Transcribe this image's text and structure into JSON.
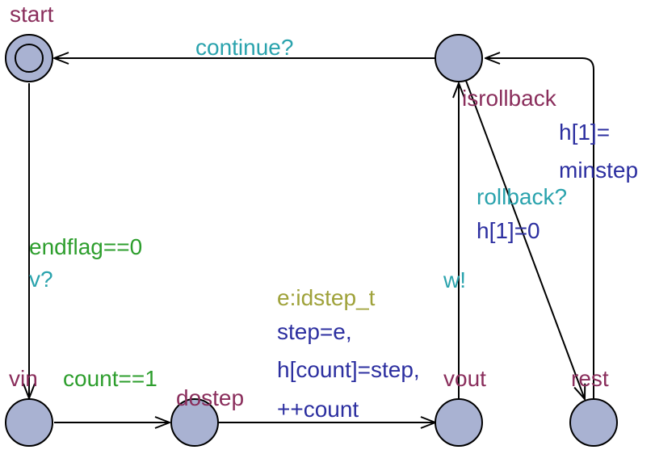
{
  "colors": {
    "location_name": "#8a2e5c",
    "synchronisation": "#2aa3ad",
    "guard": "#2d9e2d",
    "update": "#2c2fa0",
    "select": "#9fa23a",
    "state_fill": "#a9b2d2"
  },
  "locations": {
    "start": "start",
    "vin": "vin",
    "dostep": "dostep",
    "vout": "vout",
    "rest": "rest",
    "isrollback": "isrollback"
  },
  "edges": {
    "start_vin": {
      "guard": "endflag==0",
      "sync": "v?"
    },
    "vin_dostep": {
      "guard": "count==1"
    },
    "dostep_vout": {
      "select": "e:idstep_t",
      "update_1": "step=e,",
      "update_2": "h[count]=step,",
      "update_3": "++count"
    },
    "vout_isrollback": {
      "sync": "w!"
    },
    "isrollback_start": {
      "sync": "continue?"
    },
    "isrollback_rest": {
      "sync": "rollback?",
      "update": "h[1]=0"
    },
    "rest_isrollback": {
      "update_1": "h[1]=",
      "update_2": "minstep"
    }
  }
}
